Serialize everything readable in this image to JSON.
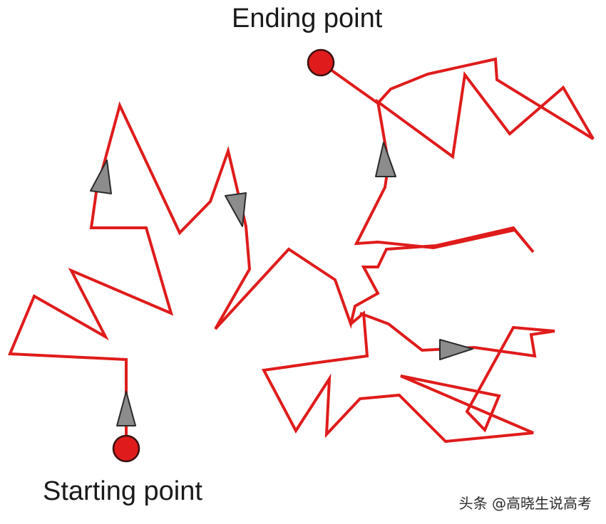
{
  "labels": {
    "ending_point": "Ending point",
    "starting_point": "Starting point"
  },
  "watermark": "头条 @高晓生说高考",
  "colors": {
    "path": "#e01b1b",
    "points": "#e01b1b",
    "arrows": "#8c8c8c"
  }
}
